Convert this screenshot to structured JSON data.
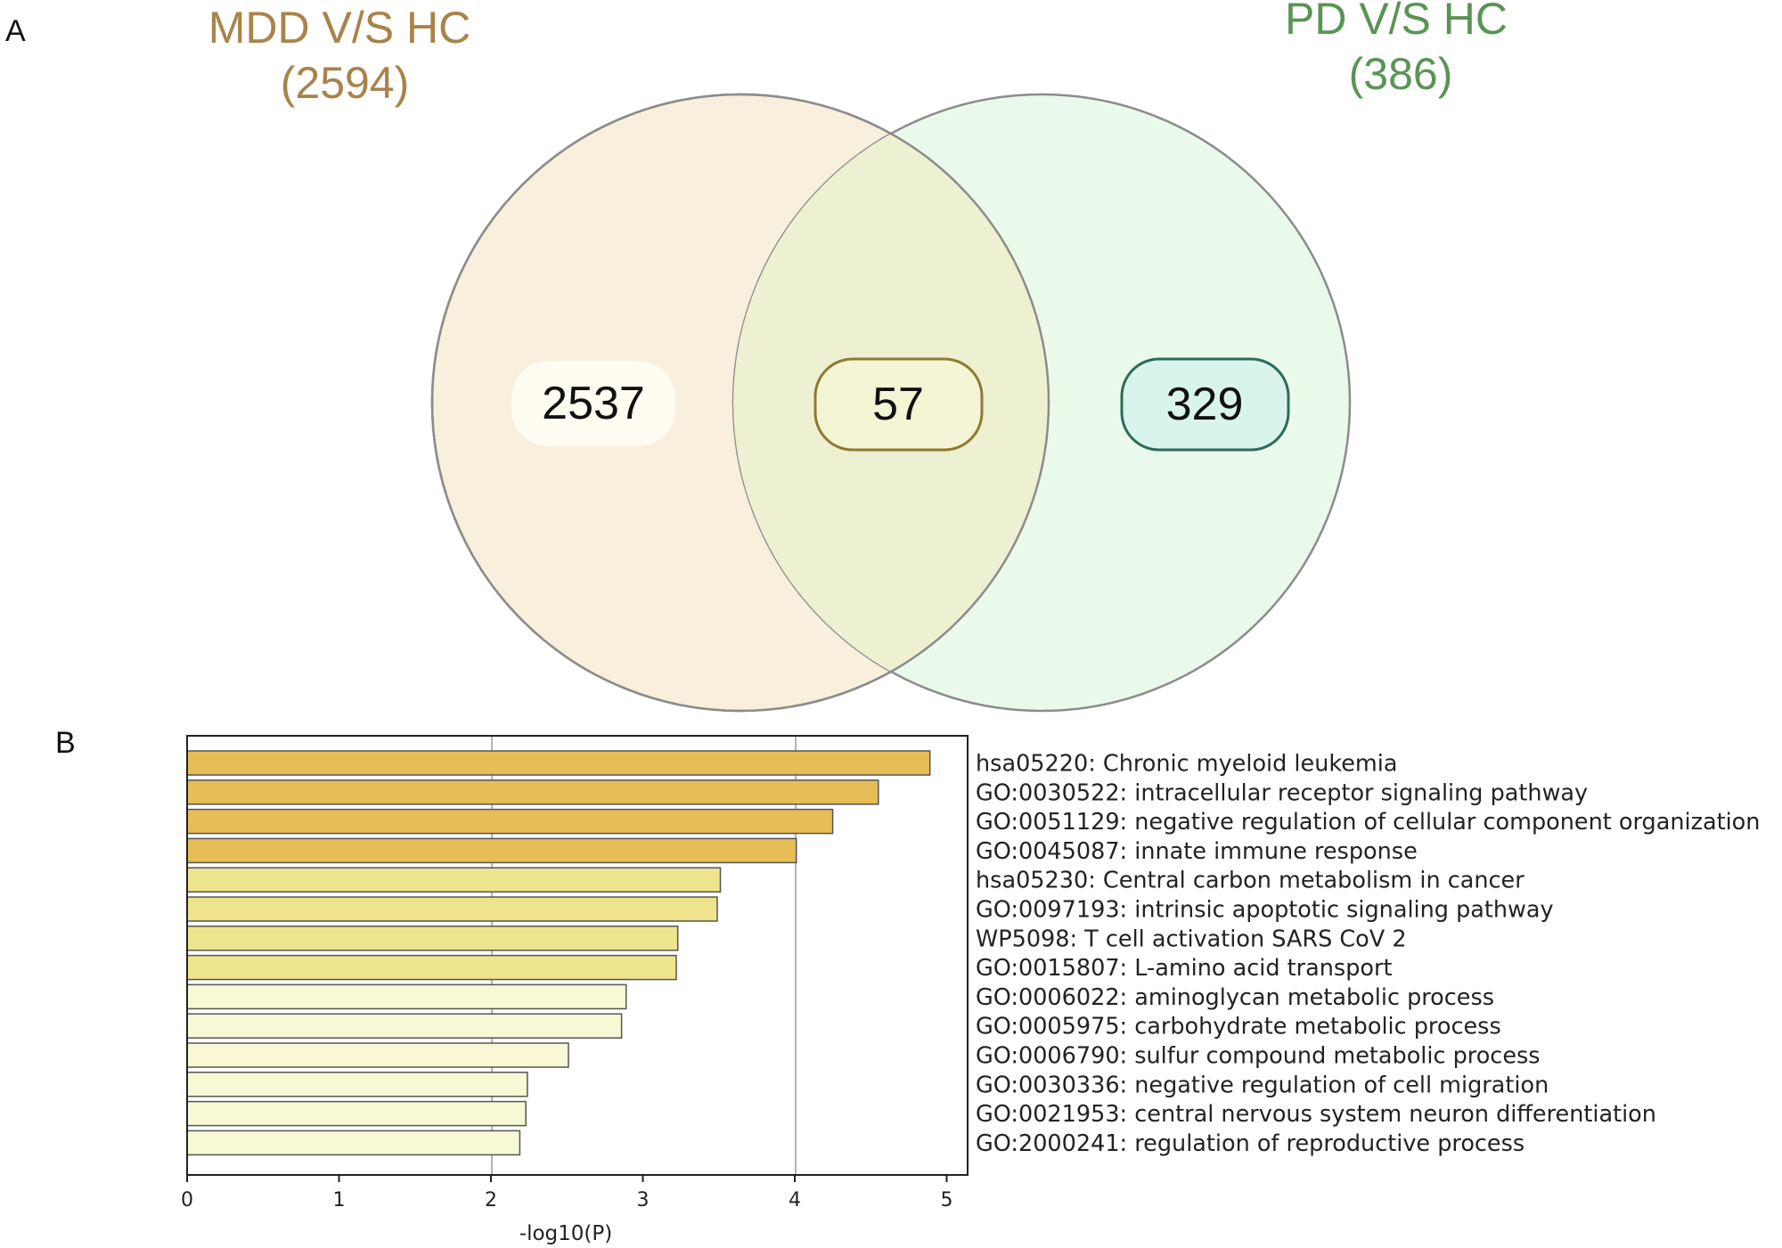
{
  "panels": {
    "a": "A",
    "b": "B"
  },
  "venn": {
    "set_left": {
      "name": "MDD V/S HC",
      "total": "(2594)",
      "color": "#a8834a",
      "fill": "#f8f0dc"
    },
    "set_right": {
      "name": "PD V/S HC",
      "total": "(386)",
      "color": "#5a9455",
      "fill": "#eafaea"
    },
    "overlap_fill": "#eef0d2",
    "regions": {
      "left_only": "2537",
      "both": "57",
      "right_only": "329"
    }
  },
  "chart_data": {
    "type": "bar",
    "orientation": "horizontal",
    "xlabel": "-log10(P)",
    "ylabel": "",
    "xlim": [
      0,
      5.15
    ],
    "xticks": [
      "0",
      "1",
      "2",
      "3",
      "4",
      "5"
    ],
    "grid": "vertical lines at 2 and 4",
    "categories": [
      "hsa05220: Chronic myeloid leukemia",
      "GO:0030522: intracellular receptor signaling pathway",
      "GO:0051129: negative regulation of cellular component organization",
      "GO:0045087: innate immune response",
      "hsa05230: Central carbon metabolism in cancer",
      "GO:0097193: intrinsic apoptotic signaling pathway",
      "WP5098: T cell activation SARS CoV 2",
      "GO:0015807: L-amino acid transport",
      "GO:0006022: aminoglycan metabolic process",
      "GO:0005975: carbohydrate metabolic process",
      "GO:0006790: sulfur compound metabolic process",
      "GO:0030336: negative regulation of cell migration",
      "GO:0021953: central nervous system neuron differentiation",
      "GO:2000241: regulation of reproductive process"
    ],
    "values": [
      4.89,
      4.55,
      4.25,
      4.01,
      3.51,
      3.49,
      3.23,
      3.22,
      2.89,
      2.86,
      2.51,
      2.24,
      2.23,
      2.19
    ],
    "colors": [
      "#e6bd56",
      "#e6bd56",
      "#e6bd56",
      "#e6bd56",
      "#efe48e",
      "#efe48e",
      "#efe48e",
      "#efe48e",
      "#f6f9d3",
      "#f6f9d3",
      "#f6f9d3",
      "#f6f9d3",
      "#f6f9d3",
      "#f6f9d3"
    ]
  }
}
